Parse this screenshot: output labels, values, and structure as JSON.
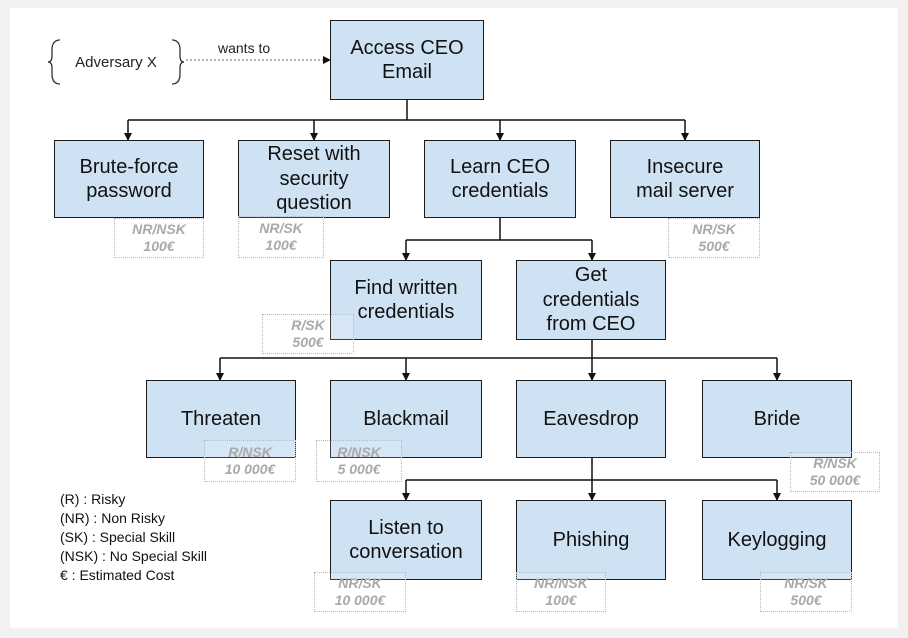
{
  "actor": {
    "label": "Adversary X",
    "relation": "wants to"
  },
  "nodes": {
    "root": "Access CEO\nEmail",
    "brute": "Brute-force\npassword",
    "reset": "Reset with\nsecurity\nquestion",
    "learn": "Learn CEO\ncredentials",
    "insecure": "Insecure\nmail server",
    "find": "Find written\ncredentials",
    "get": "Get\ncredentials\nfrom CEO",
    "threaten": "Threaten",
    "blackmail": "Blackmail",
    "eavesdrop": "Eavesdrop",
    "bride": "Bride",
    "listen": "Listen to\nconversation",
    "phishing": "Phishing",
    "keylogging": "Keylogging"
  },
  "tags": {
    "brute": {
      "risk": "NR/NSK",
      "cost": "100€"
    },
    "reset": {
      "risk": "NR/SK",
      "cost": "100€"
    },
    "insecure": {
      "risk": "NR/SK",
      "cost": "500€"
    },
    "find": {
      "risk": "R/SK",
      "cost": "500€"
    },
    "threaten": {
      "risk": "R/NSK",
      "cost": "10 000€"
    },
    "blackmail": {
      "risk": "R/NSK",
      "cost": "5 000€"
    },
    "bride": {
      "risk": "R/NSK",
      "cost": "50 000€"
    },
    "listen": {
      "risk": "NR/SK",
      "cost": "10 000€"
    },
    "phishing": {
      "risk": "NR/NSK",
      "cost": "100€"
    },
    "keylogging": {
      "risk": "NR/SK",
      "cost": "500€"
    }
  },
  "legend": [
    "(R) : Risky",
    "(NR) : Non Risky",
    "(SK) : Special Skill",
    "(NSK) : No Special Skill",
    "€ : Estimated Cost"
  ],
  "colors": {
    "node_fill": "#cfe2f3",
    "node_border": "#1a1a1a",
    "tag_text": "#a9a9a9",
    "background": "#f1f1f1"
  }
}
